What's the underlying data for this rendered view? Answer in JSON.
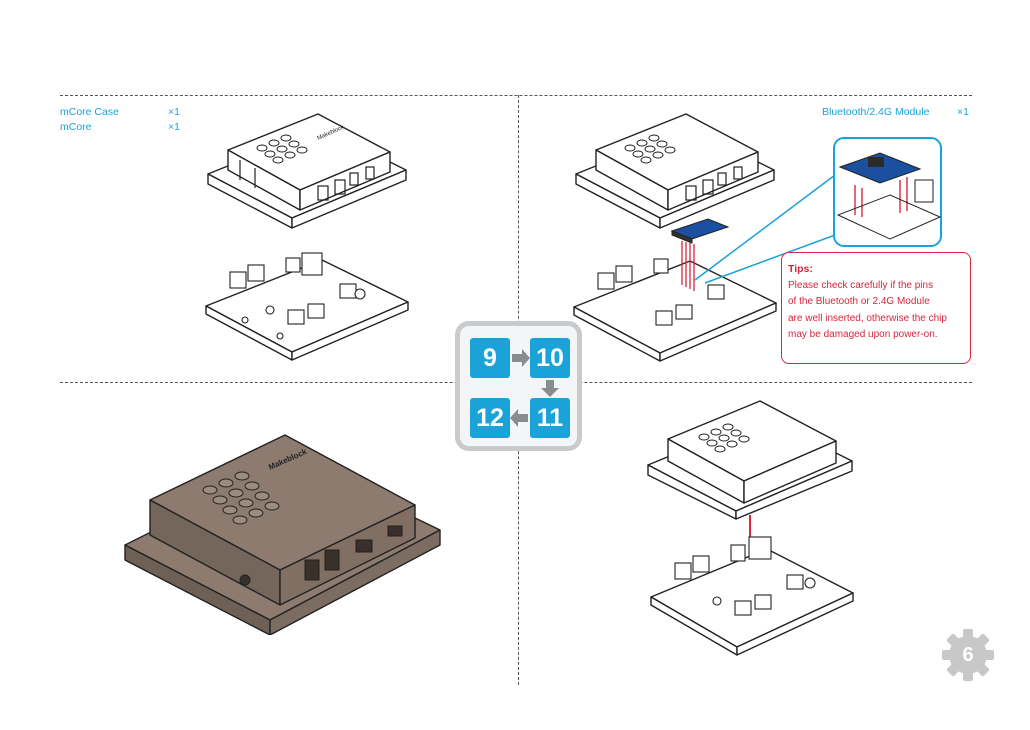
{
  "parts_left": [
    {
      "name": "mCore Case",
      "qty": "×1"
    },
    {
      "name": "mCore",
      "qty": "×1"
    }
  ],
  "parts_right": [
    {
      "name": "Bluetooth/2.4G Module",
      "qty": "×1"
    }
  ],
  "tips": {
    "title": "Tips:",
    "lines": [
      "Please check carefully if the pins",
      "of the Bluetooth or 2.4G Module",
      "are well inserted, otherwise the chip",
      "may be damaged upon power-on."
    ]
  },
  "steps": [
    "9",
    "10",
    "11",
    "12"
  ],
  "page_number": "6",
  "colors": {
    "accent": "#1aa3d9",
    "tips_red": "#d7263d",
    "case_brown": "#8d7b6f",
    "gear_gray": "#c8c8c8"
  }
}
